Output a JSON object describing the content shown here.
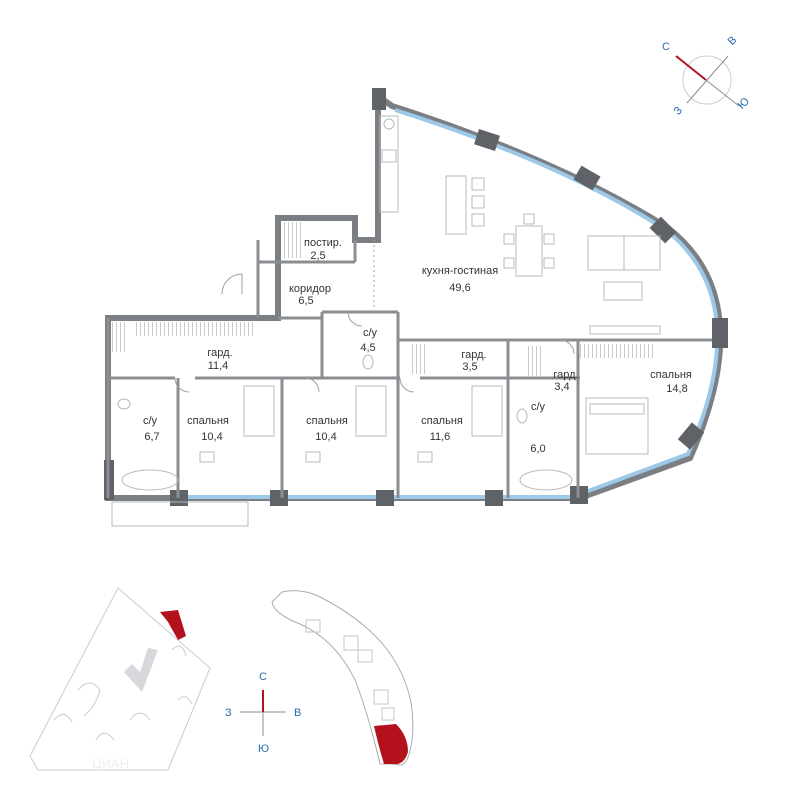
{
  "plan": {
    "rooms": [
      {
        "id": "kitchen-living",
        "name": "кухня-гостиная",
        "area": "49,6"
      },
      {
        "id": "storage",
        "name": "постир.",
        "area": "2,5"
      },
      {
        "id": "corridor",
        "name": "коридор",
        "area": "6,5"
      },
      {
        "id": "bath-small",
        "name": "с/у",
        "area": "4,5"
      },
      {
        "id": "wardrobe-main",
        "name": "гард.",
        "area": "11,4"
      },
      {
        "id": "wardrobe-2",
        "name": "гард.",
        "area": "3,5"
      },
      {
        "id": "wardrobe-3",
        "name": "гард.",
        "area": "3,4"
      },
      {
        "id": "bedroom-master",
        "name": "спальня",
        "area": "14,8"
      },
      {
        "id": "bath-left",
        "name": "с/у",
        "area": "6,7"
      },
      {
        "id": "bedroom-1",
        "name": "спальня",
        "area": "10,4"
      },
      {
        "id": "bedroom-2",
        "name": "спальня",
        "area": "10,4"
      },
      {
        "id": "bedroom-3",
        "name": "спальня",
        "area": "11,6"
      },
      {
        "id": "bath-right",
        "name": "с/у",
        "area": "6,0"
      }
    ],
    "colors": {
      "walls": "#7b7e83",
      "glazing": "#9cc9e8",
      "highlight": "#b3121c",
      "compass": "#2b6cb0"
    }
  },
  "compass_top": {
    "n": "С",
    "e": "В",
    "s": "Ю",
    "w": "З"
  },
  "compass_bottom": {
    "n": "С",
    "e": "В",
    "s": "Ю",
    "w": "З"
  },
  "watermark": "ЦИАН"
}
